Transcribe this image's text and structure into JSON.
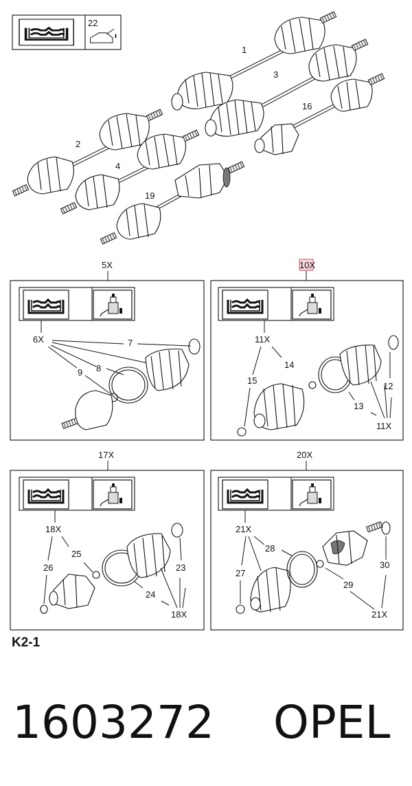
{
  "top_box": {
    "number": "22"
  },
  "shafts": [
    {
      "id": "1",
      "label": "1"
    },
    {
      "id": "2",
      "label": "2"
    },
    {
      "id": "3",
      "label": "3"
    },
    {
      "id": "4",
      "label": "4"
    },
    {
      "id": "16",
      "label": "16"
    },
    {
      "id": "19",
      "label": "19"
    }
  ],
  "panels": [
    {
      "title": "5X",
      "labels": [
        "6X",
        "7",
        "8",
        "9"
      ]
    },
    {
      "title": "10X",
      "labels": [
        "11X",
        "14",
        "15",
        "13",
        "12",
        "11X"
      ]
    },
    {
      "title": "17X",
      "labels": [
        "18X",
        "25",
        "26",
        "24",
        "23",
        "18X"
      ]
    },
    {
      "title": "20X",
      "labels": [
        "21X",
        "28",
        "27",
        "29",
        "30",
        "21X"
      ]
    }
  ],
  "reference": "K2-1",
  "footer": {
    "part_number": "1603272",
    "brand": "OPEL"
  }
}
